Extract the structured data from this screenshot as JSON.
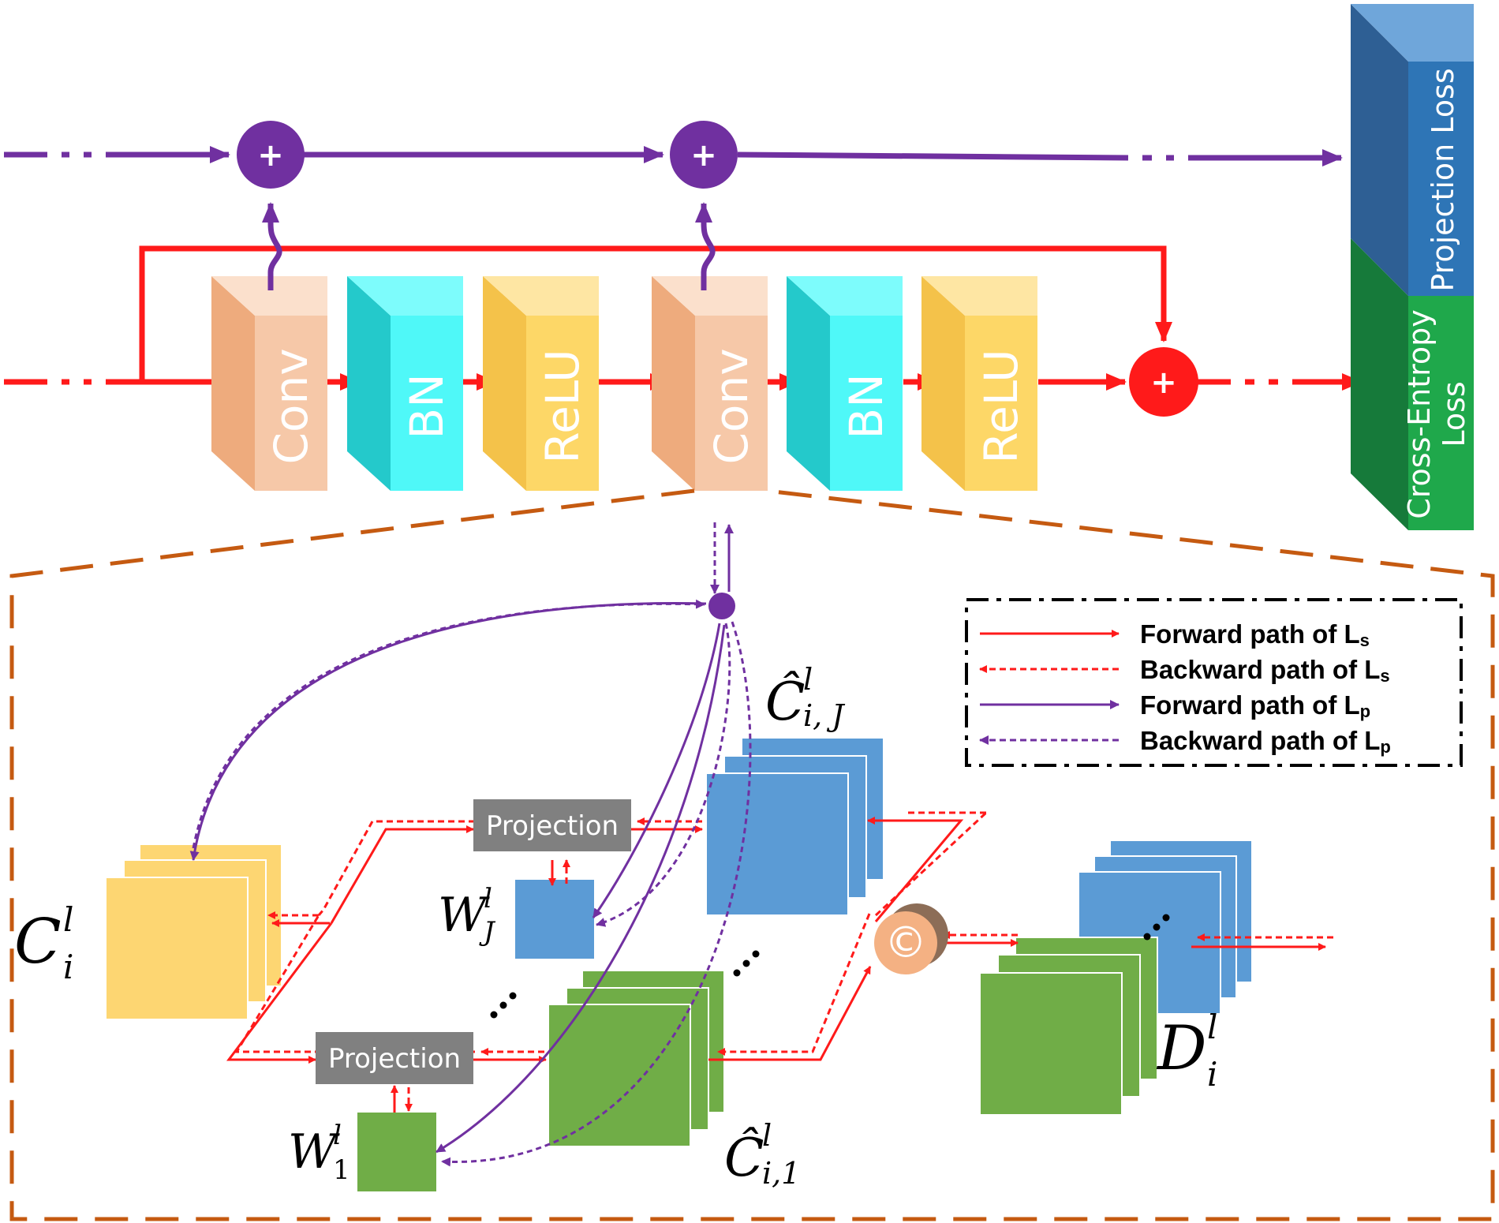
{
  "colors": {
    "red": "#ff1a1a",
    "purple": "#7030a0",
    "conv": "#f6c8a8",
    "bn": "#4ff8f8",
    "relu": "#fdd767",
    "proj_loss": "#2e75b6",
    "ce_loss": "#1e9e47",
    "dashed_box": "#c55a11",
    "yellow_map": "#fdd672",
    "blue_map": "#5b9bd5",
    "green_map": "#70ad47",
    "proj_box": "#808080"
  },
  "top": {
    "blocks": [
      {
        "label": "Conv",
        "kind": "conv"
      },
      {
        "label": "BN",
        "kind": "bn"
      },
      {
        "label": "ReLU",
        "kind": "relu"
      },
      {
        "label": "Conv",
        "kind": "conv"
      },
      {
        "label": "BN",
        "kind": "bn"
      },
      {
        "label": "ReLU",
        "kind": "relu"
      }
    ],
    "plus_symbol": "+",
    "projection_loss": "Projection Loss",
    "ce_loss_line1": "Cross-Entropy",
    "ce_loss_line2": "Loss"
  },
  "detail": {
    "projection_label": "Projection",
    "concat_symbol": "©",
    "c_base": "C",
    "c_sup": "l",
    "c_sub": "i",
    "chat_j_base": "Ĉ",
    "chat_j_sup": "l",
    "chat_j_sub": "i, J",
    "chat_1_base": "Ĉ",
    "chat_1_sup": "l",
    "chat_1_sub": "i,1",
    "wj_base": "W",
    "wj_sup": "l",
    "wj_sub": "J",
    "w1_base": "W",
    "w1_sup": "l",
    "w1_sub": "1",
    "d_base": "D",
    "d_sup": "l",
    "d_sub": "i"
  },
  "legend": {
    "items": [
      {
        "text": "Forward path of L",
        "sub": "s",
        "color": "#ff1a1a",
        "style": "solid",
        "direction": "right"
      },
      {
        "text": "Backward path of L",
        "sub": "s",
        "color": "#ff1a1a",
        "style": "dashed",
        "direction": "left"
      },
      {
        "text": "Forward path of L",
        "sub": "p",
        "color": "#7030a0",
        "style": "solid",
        "direction": "right"
      },
      {
        "text": "Backward path of L",
        "sub": "p",
        "color": "#7030a0",
        "style": "dashed",
        "direction": "left"
      }
    ]
  }
}
